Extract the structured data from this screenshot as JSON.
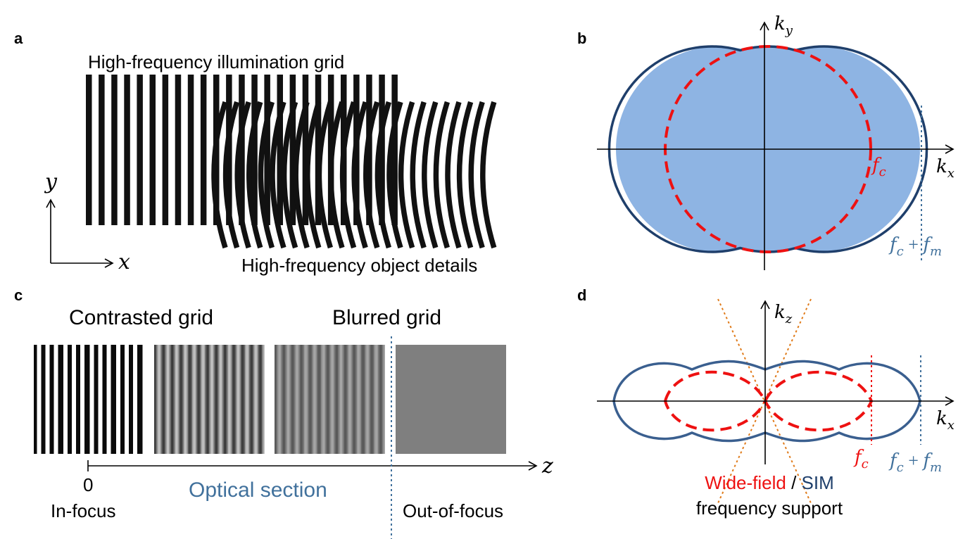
{
  "panel_a": {
    "label": "a",
    "illumination_label": "High-frequency illumination grid",
    "object_label": "High-frequency object details",
    "axis_y": "y",
    "axis_x": "x"
  },
  "panel_b": {
    "label": "b",
    "axis_ky": "k",
    "axis_ky_sub": "y",
    "axis_kx": "k",
    "axis_kx_sub": "x",
    "fc": "f",
    "fc_sub": "c",
    "fcfm_a": "f",
    "fcfm_a_sub": "c",
    "fcfm_plus": " + ",
    "fcfm_b": "f",
    "fcfm_b_sub": "m"
  },
  "panel_c": {
    "label": "c",
    "contrasted_label": "Contrasted grid",
    "blurred_label": "Blurred grid",
    "zero_label": "0",
    "in_focus": "In-focus",
    "optical_section": "Optical section",
    "out_of_focus": "Out-of-focus",
    "axis_z": "z"
  },
  "panel_d": {
    "label": "d",
    "axis_kz": "k",
    "axis_kz_sub": "z",
    "axis_kx": "k",
    "axis_kx_sub": "x",
    "fc": "f",
    "fc_sub": "c",
    "fcfm_a": "f",
    "fcfm_a_sub": "c",
    "fcfm_plus": " + ",
    "fcfm_b": "f",
    "fcfm_b_sub": "m",
    "legend_widefield": "Wide-field",
    "legend_sep": " / ",
    "legend_sim": "SIM",
    "legend_line2": "frequency support"
  },
  "colors": {
    "sim_fill": "#8eb4e3",
    "sim_outline": "#1f3f6b",
    "widefield_red": "#ee1111",
    "dotted_blue": "#41719c",
    "cone_orange": "#e07b1a",
    "gray_uniform": "#7f7f7f"
  }
}
